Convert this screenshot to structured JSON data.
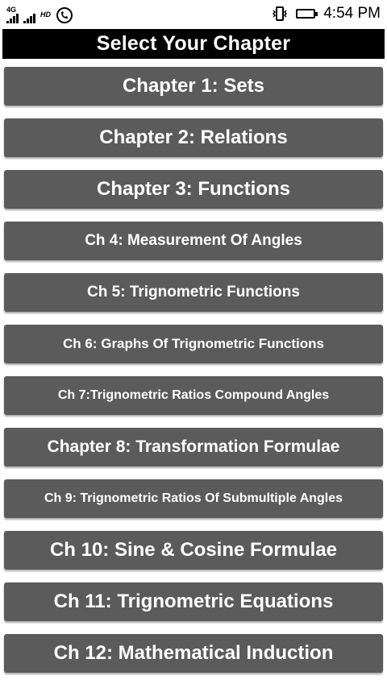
{
  "status_bar": {
    "network_label": "4G",
    "hd_label": "HD",
    "time": "4:54 PM"
  },
  "header": {
    "title": "Select Your Chapter"
  },
  "chapters": [
    {
      "label": "Chapter 1: Sets"
    },
    {
      "label": "Chapter 2: Relations"
    },
    {
      "label": "Chapter 3: Functions"
    },
    {
      "label": "Ch 4: Measurement Of Angles"
    },
    {
      "label": "Ch 5: Trignometric Functions"
    },
    {
      "label": "Ch 6: Graphs Of Trignometric Functions"
    },
    {
      "label": "Ch 7:Trignometric Ratios Compound Angles"
    },
    {
      "label": "Chapter 8: Transformation Formulae"
    },
    {
      "label": "Ch 9: Trignometric Ratios Of Submultiple Angles"
    },
    {
      "label": "Ch 10: Sine & Cosine Formulae"
    },
    {
      "label": "Ch 11: Trignometric Equations"
    },
    {
      "label": "Ch 12: Mathematical Induction"
    }
  ],
  "colors": {
    "button_bg": "#5b5b5b",
    "title_bg": "#000000",
    "text": "#ffffff"
  }
}
